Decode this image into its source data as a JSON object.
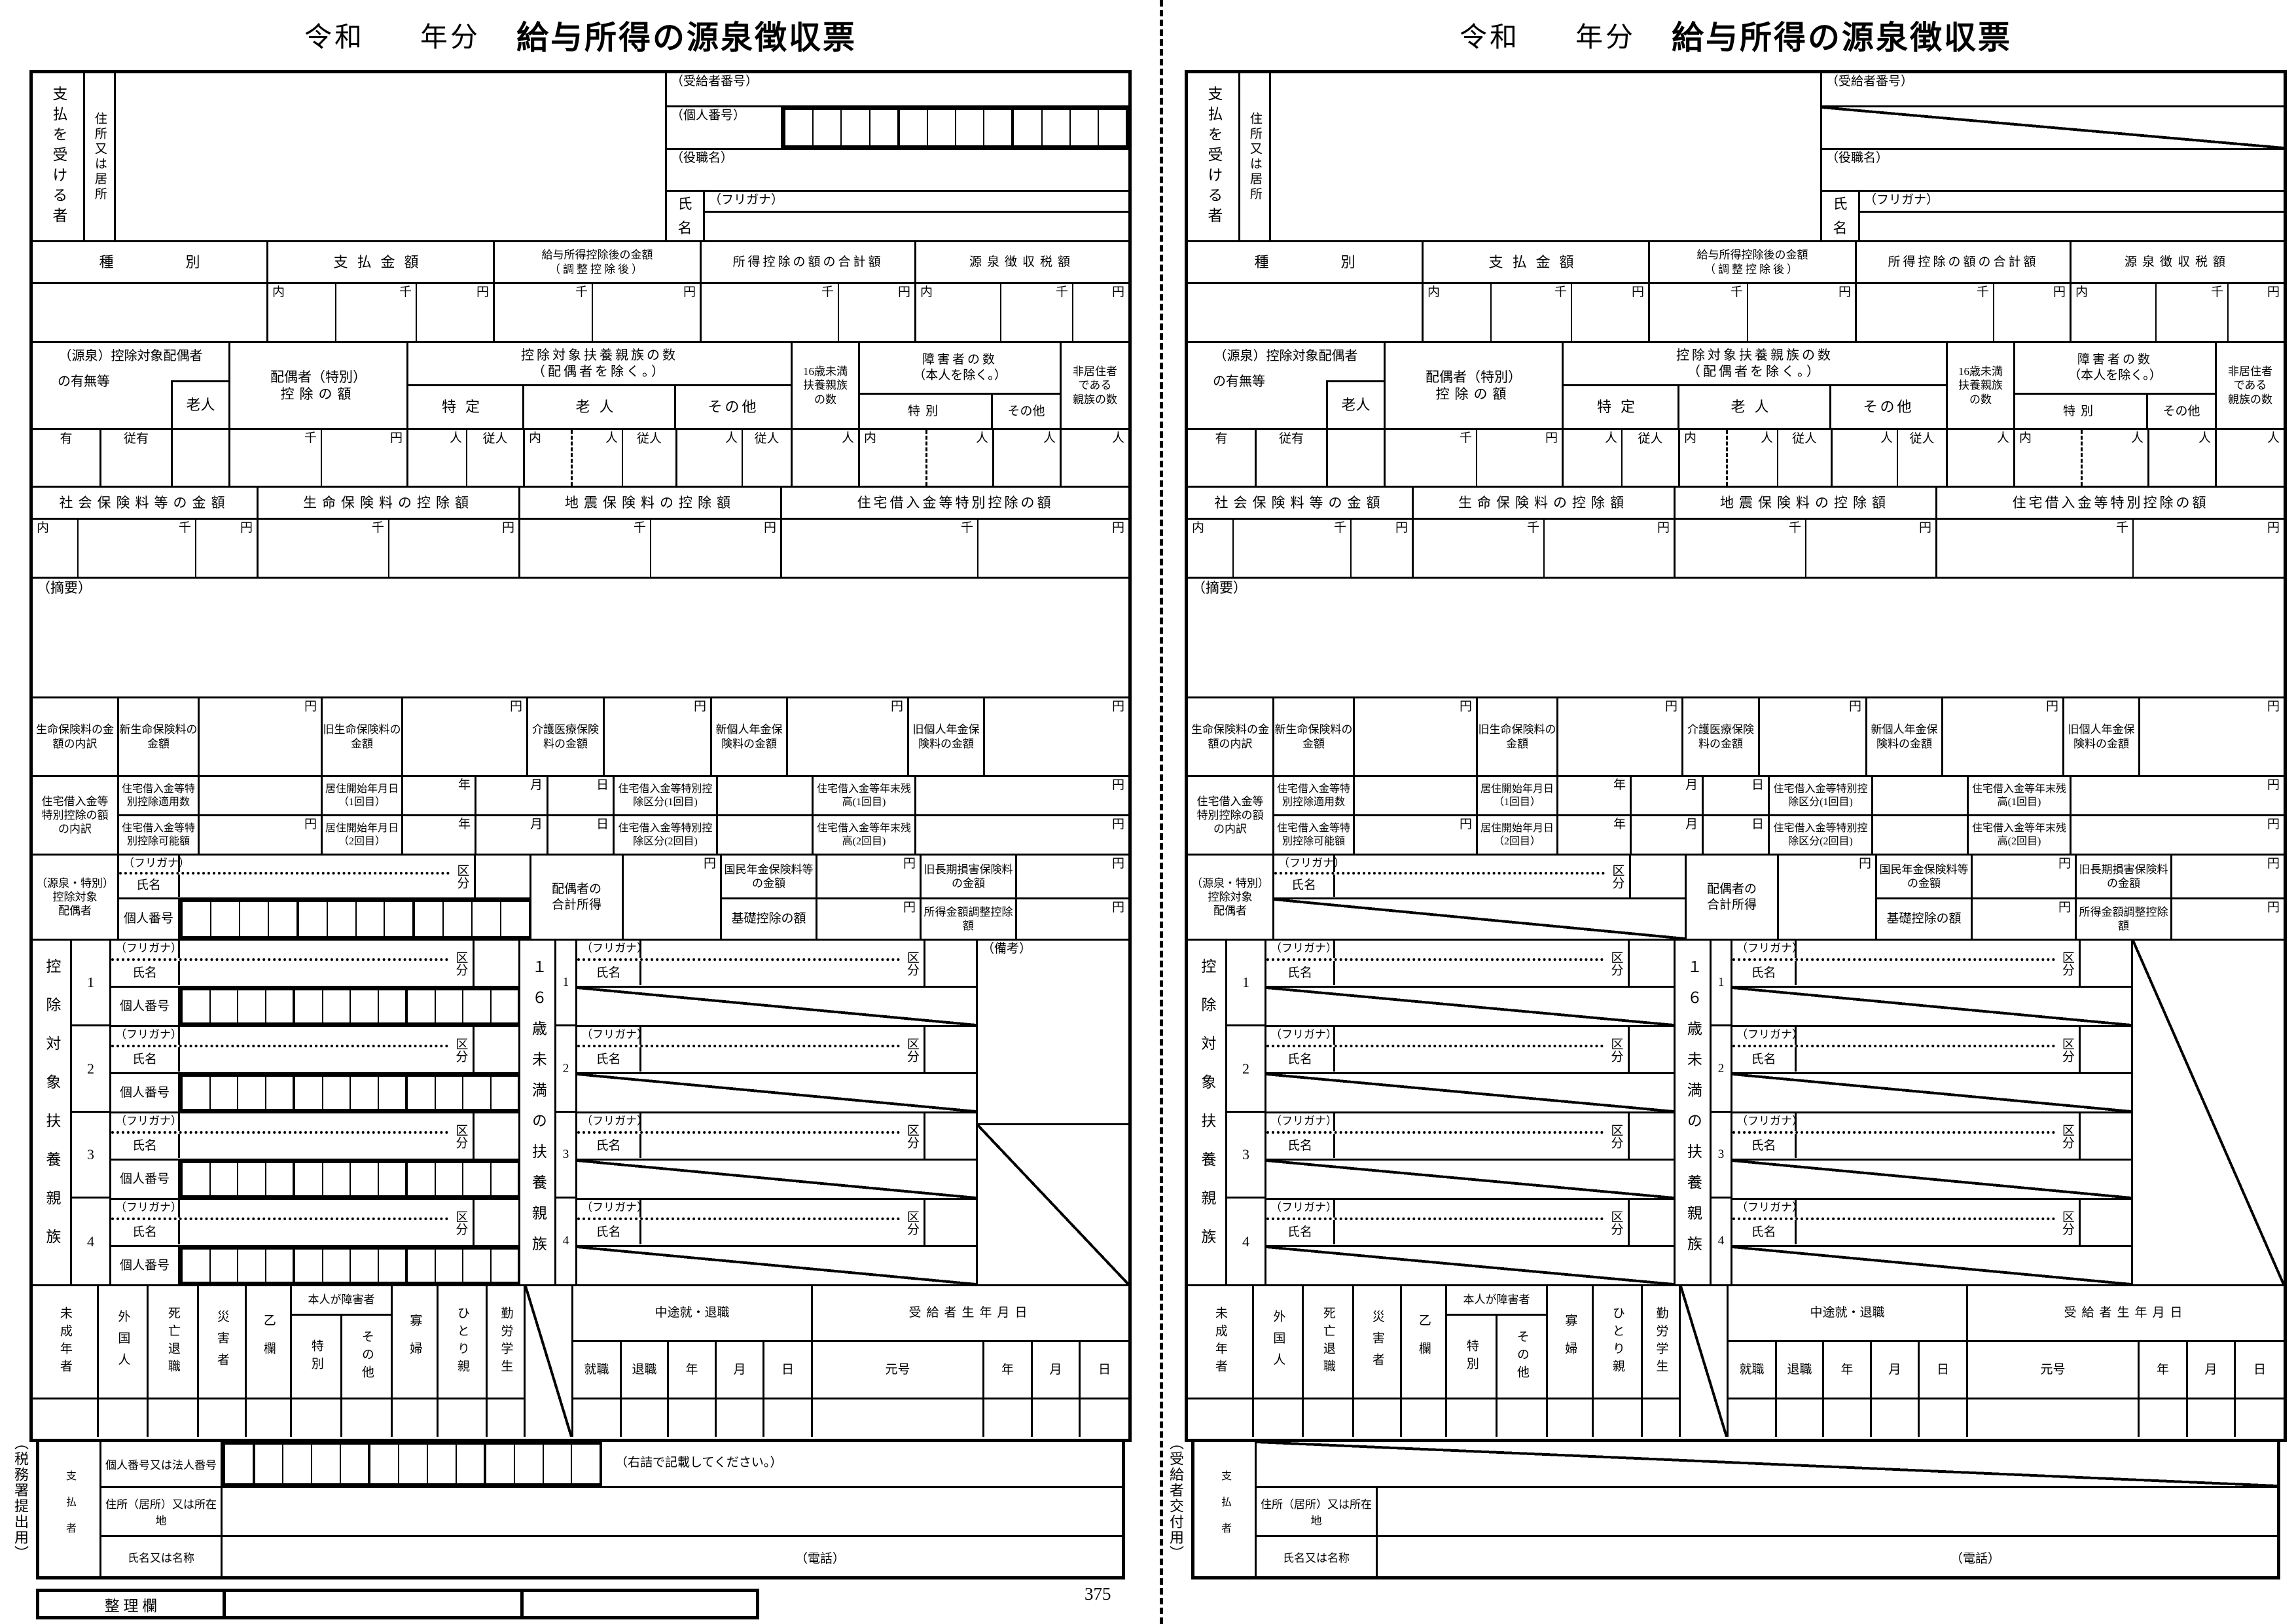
{
  "title": {
    "era": "令和",
    "year_suffix": "年分",
    "main": "給与所得の源泉徴収票"
  },
  "page_number": "375",
  "copy_a_caption": "（税務署提出用）",
  "copy_b_caption": "（受給者交付用）",
  "labels": {
    "payee": "支払を受ける者",
    "address_label": "住所又は居所",
    "recipient_no": "（受給者番号）",
    "my_number": "（個人番号）",
    "job_title": "（役職名）",
    "name_shi": "氏",
    "name_mei": "名",
    "furigana": "（フリガナ）",
    "name": "氏名",
    "kojin_bango": "個人番号",
    "type": "種　　　　　別",
    "payment_amount": "支払金額",
    "after_deduction_1": "給与所得控除後の金額",
    "after_deduction_2": "（調整控除後）",
    "income_deduction_total": "所得控除の額の合計額",
    "withholding_tax": "源泉徴収税額",
    "uchi": "内",
    "sen": "千",
    "yen": "円",
    "nin": "人",
    "junin": "従人",
    "yu": "有",
    "juyu": "従有",
    "spouse_flag_1": "（源泉）控除対象配偶者",
    "spouse_flag_2": "の有無等",
    "rojin": "老人",
    "spouse_deduction_1": "配偶者（特別）",
    "spouse_deduction_2": "控除の額",
    "dependents_count_1": "控除対象扶養親族の数",
    "dependents_count_2": "（配偶者を除く。）",
    "tokutei": "特定",
    "sonota": "その他",
    "tokubetsu": "特別",
    "under16_1": "16歳未満",
    "under16_2": "扶養親族",
    "under16_3": "の数",
    "disabled_1": "障害者の数",
    "disabled_2": "（本人を除く。）",
    "nonresident_1": "非居住者",
    "nonresident_2": "である",
    "nonresident_3": "親族の数",
    "social_insurance": "社会保険料等の金額",
    "life_insurance": "生命保険料の控除額",
    "earthquake_insurance": "地震保険料の控除額",
    "housing_loan_deduction": "住宅借入金等特別控除の額",
    "summary": "（摘要）",
    "life_breakdown": "生命保険料の金額の内訳",
    "new_life": "新生命保険料の金額",
    "old_life": "旧生命保険料の金額",
    "care_medical": "介護医療保険料の金額",
    "new_pension": "新個人年金保険料の金額",
    "old_pension": "旧個人年金保険料の金額",
    "housing_breakdown": "住宅借入金等特別控除の額の内訳",
    "housing_count": "住宅借入金等特別控除適用数",
    "housing_possible": "住宅借入金等特別控除可能額",
    "residence_start_1": "居住開始年月日（1回目）",
    "residence_start_2": "居住開始年月日（2回目）",
    "housing_kubun_1": "住宅借入金等特別控除区分(1回目)",
    "housing_kubun_2": "住宅借入金等特別控除区分(2回目)",
    "housing_balance_1": "住宅借入金等年末残高(1回目)",
    "housing_balance_2": "住宅借入金等年末残高(2回目)",
    "nen": "年",
    "tsuki": "月",
    "hi": "日",
    "spouse_detail_1": "（源泉・特別）",
    "spouse_detail_2": "控除対象",
    "spouse_detail_3": "配偶者",
    "kubun": "区分",
    "spouse_income_1": "配偶者の",
    "spouse_income_2": "合計所得",
    "national_pension": "国民年金保険料等の金額",
    "old_longterm": "旧長期損害保険料の金額",
    "basic_deduction": "基礎控除の額",
    "income_adjustment": "所得金額調整控除額",
    "biko": "（備考）",
    "dependents_vertical": "控除対象扶養親族",
    "under16_vertical": "１６歳未満の扶養親族",
    "row_numbers": [
      "1",
      "2",
      "3",
      "4"
    ],
    "minor": "未成年者",
    "foreigner": "外国人",
    "death_retire": "死亡退職",
    "disaster": "災害者",
    "otsuran": "乙欄",
    "self_disabled": "本人が障害者",
    "widow": "寡婦",
    "single_parent": "ひとり親",
    "working_student": "勤労学生",
    "mid_employment": "中途就・退職",
    "shushoku": "就職",
    "taishoku": "退職",
    "birthdate": "受給者生年月日",
    "gengo": "元号",
    "payer": "支払者",
    "payer_number": "個人番号又は法人番号",
    "right_align_note": "（右詰で記載してください。）",
    "payer_address": "住所（居所）又は所在地",
    "payer_name": "氏名又は名称",
    "phone": "（電話）",
    "seiri_ran": "整 理 欄"
  }
}
